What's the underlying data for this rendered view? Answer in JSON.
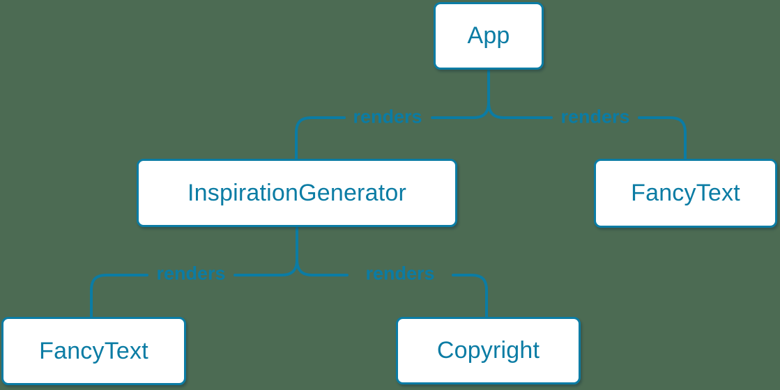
{
  "diagram": {
    "type": "tree",
    "nodes": {
      "app": {
        "label": "App"
      },
      "inspiration_generator": {
        "label": "InspirationGenerator"
      },
      "fancy_text_top": {
        "label": "FancyText"
      },
      "fancy_text_bottom": {
        "label": "FancyText"
      },
      "copyright": {
        "label": "Copyright"
      }
    },
    "edges": [
      {
        "from": "App",
        "to": "InspirationGenerator",
        "label": "renders"
      },
      {
        "from": "App",
        "to": "FancyText",
        "label": "renders"
      },
      {
        "from": "InspirationGenerator",
        "to": "FancyText",
        "label": "renders"
      },
      {
        "from": "InspirationGenerator",
        "to": "Copyright",
        "label": "renders"
      }
    ],
    "colors": {
      "accent": "#0B7CA4",
      "node_fill": "#FFFFFF",
      "background": "#4C6B53"
    }
  }
}
